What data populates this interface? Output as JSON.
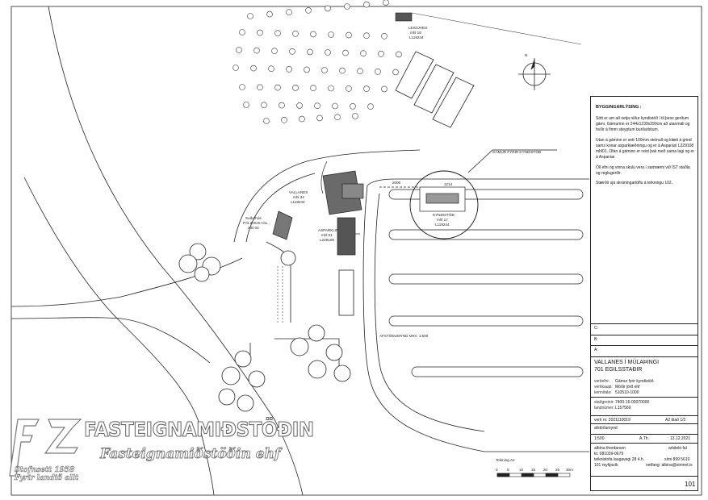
{
  "site": {
    "north_label": "N",
    "title": "AFSTÖÐUMYND  MKV. 1:500",
    "callout": "GÁMUR FYRIR KYNDISTÖÐ",
    "buildings": {
      "top": [
        "LEIGUVEG",
        "mhl 16",
        "L119244"
      ],
      "vallanes": [
        "VALLANES",
        "mhl 34",
        "L119244"
      ],
      "sudur": [
        "Suðurhús",
        "PÁLSHÚS+OL..",
        "mhl 02"
      ],
      "asparkli": [
        "ASPARKLIF",
        "mhl 01",
        "L229108"
      ],
      "kyndistod": [
        "KYNDISTÖÐ",
        "mhl 17",
        "L119244"
      ]
    },
    "dims": {
      "d1": "2000",
      "d2": "1214"
    }
  },
  "scale_bar": {
    "label": "Teikning A2",
    "ticks": [
      "0",
      "5",
      "10",
      "15",
      "20",
      "25",
      "30m"
    ]
  },
  "title_block": {
    "description": {
      "heading": "BYGGINGARLÝSING :",
      "paragraphs": [
        "Sótt er um að setja niður kyndistöð í til þess gerðum gámi.  Gámurinn er 244x1239x290cm að utanmáli og hvílir á fimm steyptum burðarbitum.",
        "Utan á gáminn er sett 100mm steinull og klætt á grind sams konar asparklæðningu og er á Asparási L229108 mhl01.  Ofan á gáminn er reist þak með sama lagi og er á Asparási",
        "Öll efni og vinna skulu vera í samræmi við ÍST staðla og reglugerðir.",
        "Stærðir sjá skráningartöflu á teikningu 102."
      ]
    },
    "revisions": [
      "C:",
      "B:",
      "A:"
    ],
    "project": {
      "line1": "VALLANES  Í  MÚLAÞINGI",
      "line2": "701 EGILSSTAÐIR"
    },
    "fields": [
      {
        "k": "verkefni:",
        "v": "Gámur fyrir kyndistöð"
      },
      {
        "k": "verkkaupi:",
        "v": "Móðir jörð ehf"
      },
      {
        "k": "kennitala:",
        "v": "510510-1000"
      }
    ],
    "fields2": [
      {
        "k": "staðgreinir:",
        "v": "7400-16-00070000"
      },
      {
        "k": "landnúmer:",
        "v": "L157569"
      }
    ],
    "verk_nr_label": "verk nr. 2021110019",
    "sheet_label": "A2 blað 1/2",
    "drawing_name": "afstöðumynd",
    "scale": "1:500",
    "drawn_by": "A.Th.",
    "date": "13.12.2021",
    "architect": {
      "name": "albína thordarson",
      "kt": "kt. 081039-0679",
      "office": "teiknistofa laugavegi 28 4.h.",
      "city": "101 reykjavík",
      "role": "arkitekt faí",
      "phone": "sími 899 5610",
      "email": "netfang: albina@simnet.is"
    },
    "sheet_number": "101"
  },
  "watermark": {
    "line1": "FASTEIGNAMIÐSTÖÐIN",
    "line2": "Fasteignamiðstöðin ehf",
    "line3": "Stofnsett 1958",
    "line4": "Fyrir landið allt"
  }
}
